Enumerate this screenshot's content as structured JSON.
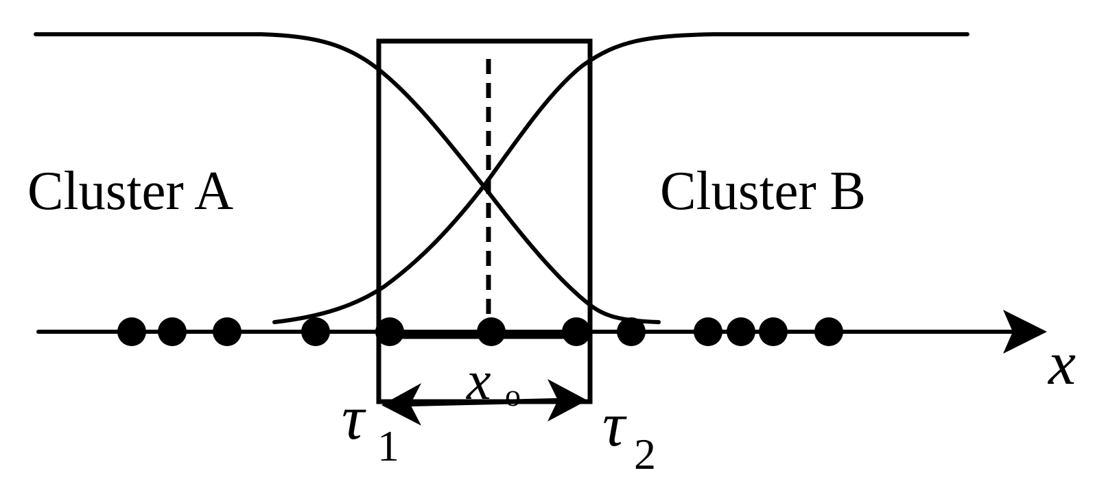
{
  "labels": {
    "cluster_a": "Cluster A",
    "cluster_b": "Cluster B",
    "axis_x": "x",
    "x0_base": "x",
    "x0_sub": "o",
    "tau": "τ",
    "tau1_sub": "1",
    "tau2_sub": "2"
  },
  "colors": {
    "ink": "#000000",
    "background": "#ffffff"
  },
  "points": {
    "cluster_a_count": 4,
    "overlap_count": 3,
    "cluster_b_count": 5
  }
}
